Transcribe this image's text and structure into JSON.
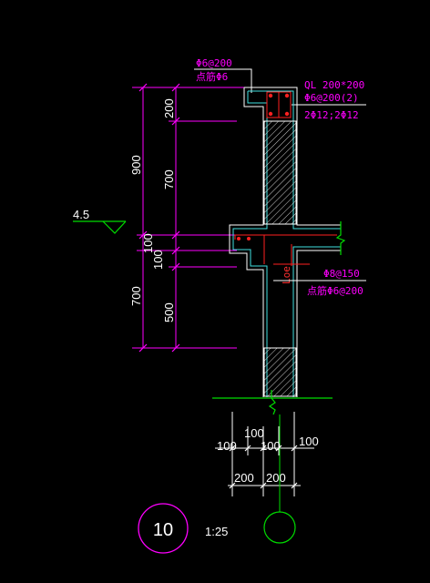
{
  "drawing": {
    "top_rebar": [
      "Φ6@200",
      "点筋Φ6"
    ],
    "ring_beam": [
      "QL 200*200",
      "Φ6@200(2)",
      "2Φ12;2Φ12"
    ],
    "mid_rebar": [
      "Φ8@150",
      "点筋Φ6@200"
    ],
    "loe_label": "Loe",
    "level": "4.5",
    "dims_left": [
      "200",
      "700",
      "900",
      "100",
      "100",
      "500",
      "700"
    ],
    "dims_bottom": [
      "100",
      "100",
      "100",
      "100",
      "200",
      "200"
    ],
    "detail_number": "10",
    "scale": "1:25"
  },
  "colors": {
    "background": "#000000",
    "dimension": "#ff00ff",
    "outline": "#ffffff",
    "concrete": "#40e0e0",
    "rebar": "#ff2020",
    "ground": "#00dd00"
  }
}
